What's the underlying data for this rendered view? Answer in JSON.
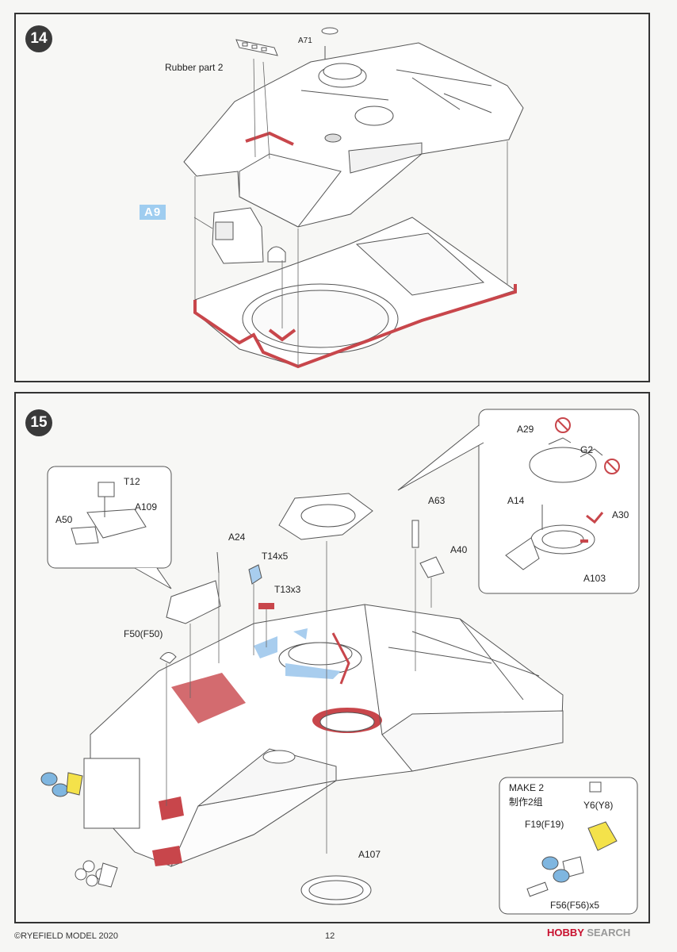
{
  "step14": {
    "number": "14",
    "labels": {
      "rubber_part": "Rubber part 2",
      "a71": "A71",
      "a9": "A9"
    }
  },
  "step15": {
    "number": "15",
    "labels": {
      "t12": "T12",
      "a109": "A109",
      "a50": "A50",
      "a24": "A24",
      "t14": "T14x5",
      "t13": "T13x3",
      "f50": "F50(F50)",
      "a63": "A63",
      "a40": "A40",
      "a107": "A107",
      "a29": "A29",
      "g2": "G2",
      "a14": "A14",
      "a30": "A30",
      "a103": "A103",
      "make2": "MAKE 2",
      "make2_cn": "制作2组",
      "y6": "Y6(Y8)",
      "f19": "F19(F19)",
      "f56": "F56(F56)x5"
    }
  },
  "footer": {
    "copyright": "©RYEFIELD MODEL 2020",
    "page": "12",
    "watermark_a": "HOBBY",
    "watermark_b": "SEARCH"
  },
  "colors": {
    "red": "#c8464b",
    "blue": "#a8cdee",
    "yellow": "#f4e24a",
    "line": "#555555"
  }
}
